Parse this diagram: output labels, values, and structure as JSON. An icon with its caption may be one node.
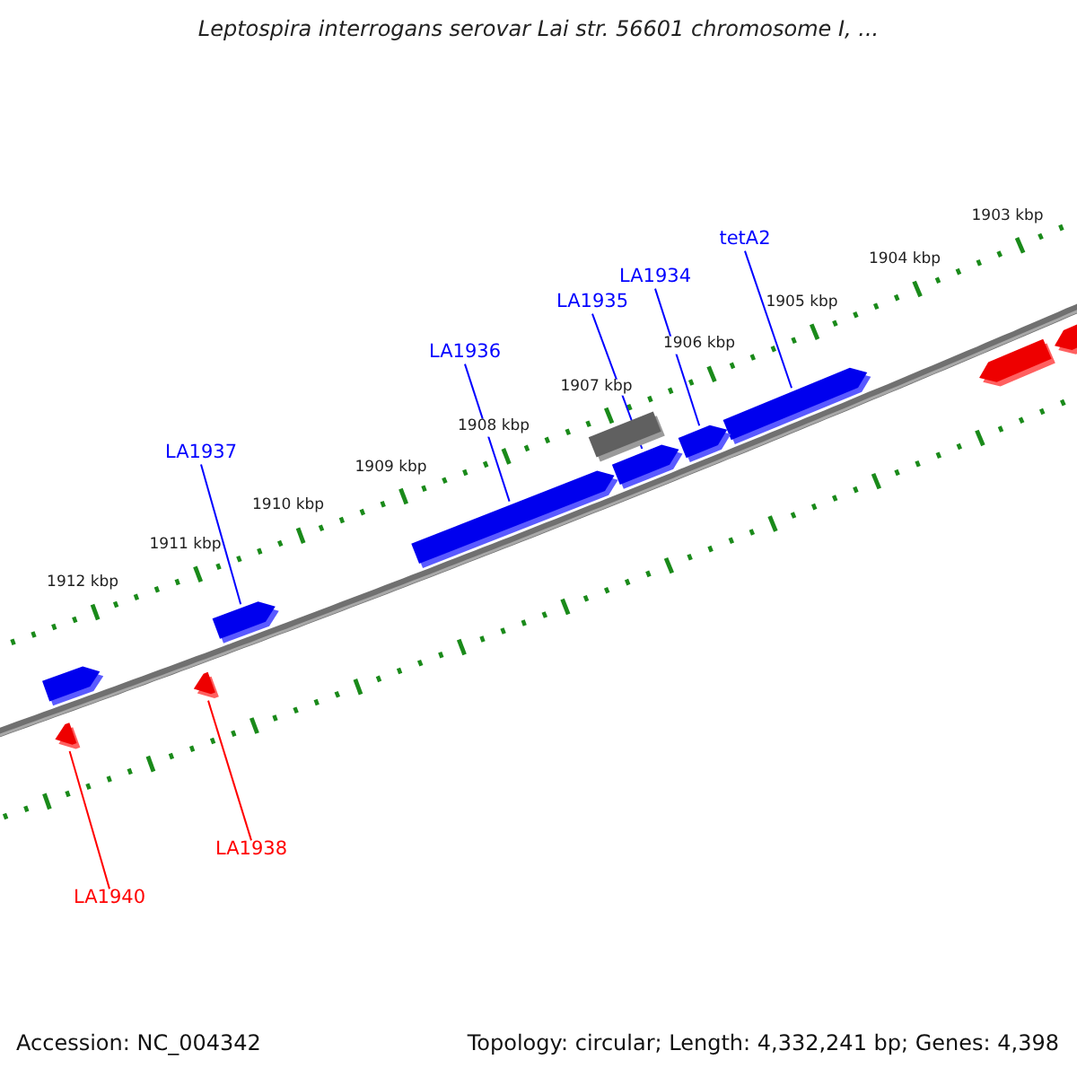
{
  "diagram": {
    "title": "Leptospira interrogans serovar Lai str. 56601 chromosome I, ...",
    "nodes": [
      {
        "text": [
          "tetA2"
        ]
      },
      {
        "text": [
          "LA1934"
        ]
      },
      {
        "text": [
          "LA1935"
        ]
      },
      {
        "text": [
          "LA1936"
        ]
      },
      {
        "text": [
          "LA1937"
        ]
      },
      {
        "text": [
          "LA1938"
        ]
      },
      {
        "text": [
          "LA1940"
        ]
      },
      {
        "text": [],
        "shape": "bar"
      },
      {
        "text": [],
        "shape": "bar"
      },
      {
        "text": [],
        "shape": "bar"
      },
      {
        "text": [],
        "shape": "bar"
      },
      {
        "text": [],
        "shape": "bar"
      },
      {
        "text": [],
        "shape": "bar"
      },
      {
        "text": [],
        "shape": "bar"
      },
      {
        "text": [],
        "shape": "bar"
      },
      {
        "text": [],
        "shape": "bar"
      },
      {
        "text": [],
        "shape": "bar"
      },
      {
        "text": [],
        "shape": "bar"
      }
    ],
    "edges": [
      {
        "from": 0,
        "to": 7,
        "arrow": "none"
      },
      {
        "from": 1,
        "to": 8,
        "arrow": "none"
      },
      {
        "from": 2,
        "to": 9,
        "arrow": "none"
      },
      {
        "from": 3,
        "to": 10,
        "arrow": "none"
      },
      {
        "from": 4,
        "to": 11,
        "arrow": "none"
      },
      {
        "from": 5,
        "to": 12,
        "arrow": "none",
        "color": "#ff0000"
      },
      {
        "from": 6,
        "to": 13,
        "arrow": "none",
        "color": "#ff0000"
      }
    ],
    "labels": [
      "1903 kbp",
      "1904 kbp",
      "1905 kbp",
      "1906 kbp",
      "1907 kbp",
      "1908 kbp",
      "1909 kbp",
      "1910 kbp",
      "1911 kbp",
      "1912 kbp",
      "Accession: NC_004342",
      "Topology: circular; Length: 4,332,241 bp; Genes: 4,398"
    ]
  }
}
